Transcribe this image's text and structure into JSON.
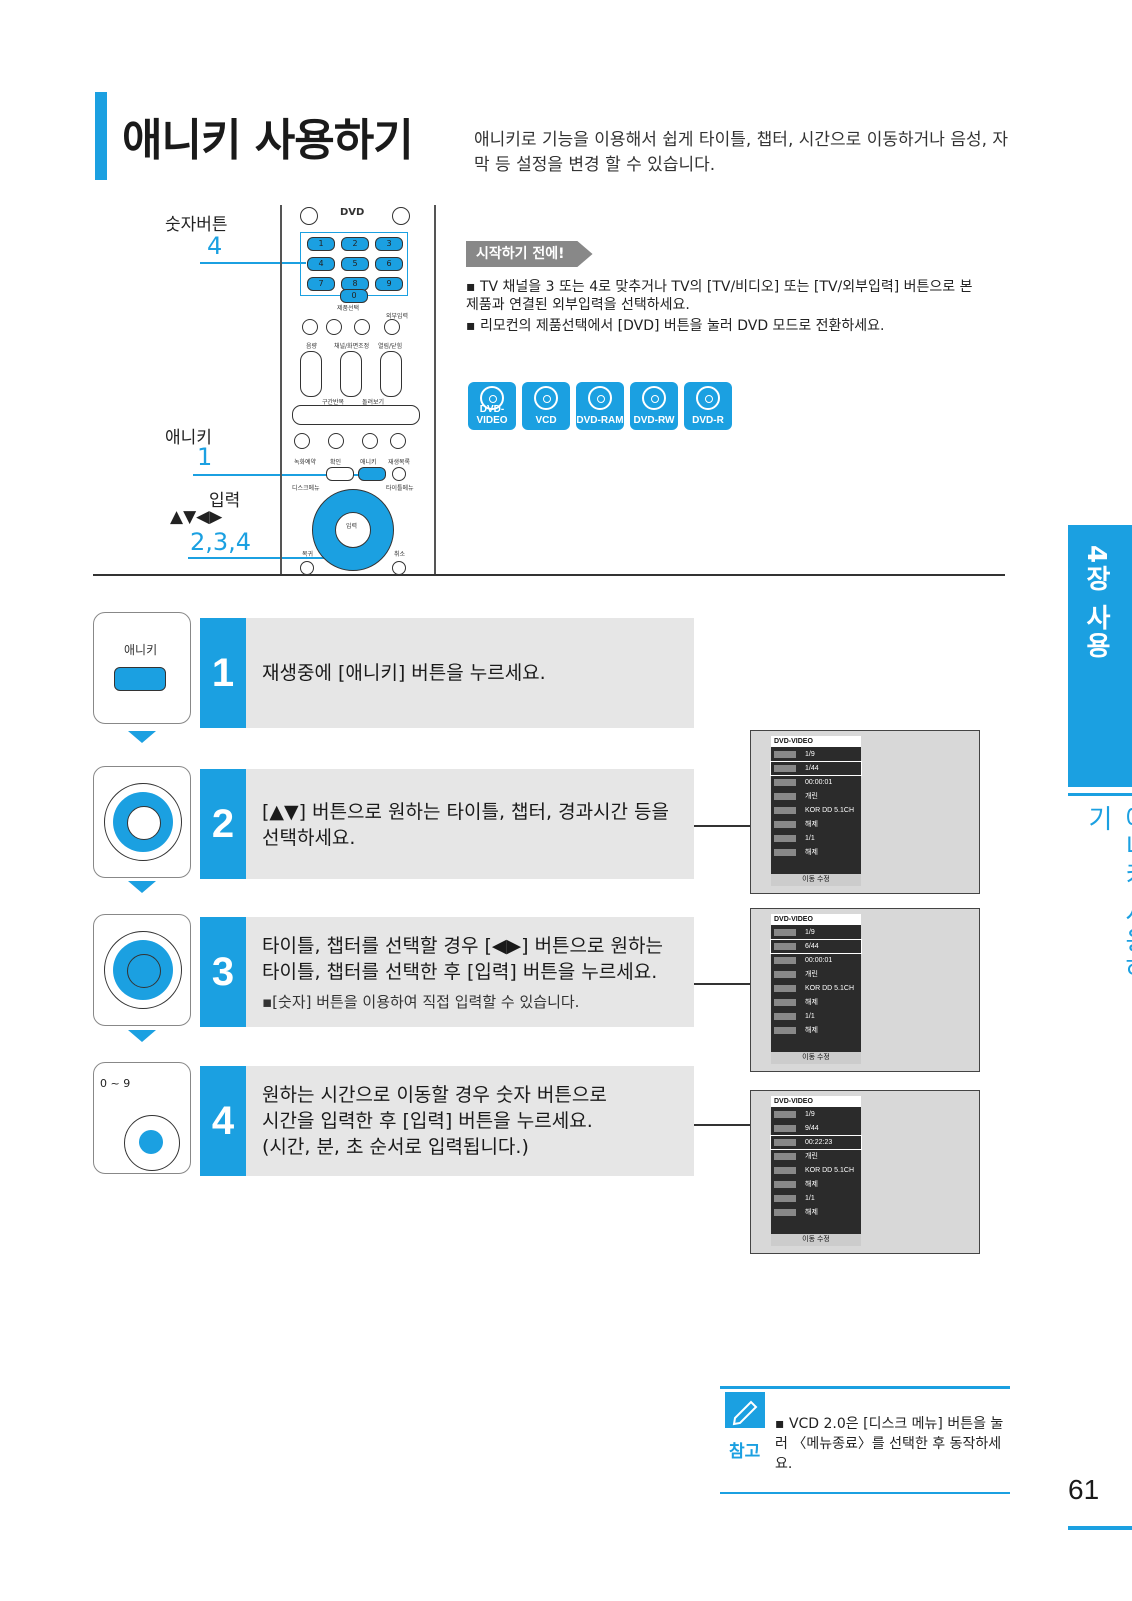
{
  "page": {
    "title": "애니키 사용하기",
    "intro": "애니키로 기능을 이용해서 쉽게 타이틀, 챕터, 시간으로 이동하거나 음성, 자막 등 설정을 변경 할 수 있습니다.",
    "page_number": "61"
  },
  "remote_labels": {
    "number_buttons": {
      "label": "숫자버튼",
      "step": "4"
    },
    "anykey": {
      "label": "애니키",
      "step": "1"
    },
    "input": {
      "label": "입력",
      "arrows": "▲▼◀▶",
      "step": "2,3,4"
    }
  },
  "remote": {
    "brand": "DVD",
    "digits": [
      "1",
      "2",
      "3",
      "4",
      "5",
      "6",
      "7",
      "8",
      "9",
      "0"
    ],
    "small_labels": [
      "제품선택",
      "외부입력",
      "음량",
      "채널/화면조정",
      "열림/닫힘",
      "구간반복",
      "돌려보기",
      "녹화예약",
      "확인",
      "애니키",
      "재생목록",
      "디스크메뉴",
      "타이틀메뉴",
      "입력",
      "복귀",
      "취소"
    ]
  },
  "before_start": {
    "heading": "시작하기 전에!",
    "items": [
      "TV 채널을 3 또는 4로 맞추거나 TV의 [TV/비디오] 또는 [TV/외부입력] 버튼으로 본 제품과 연결된 외부입력을 선택하세요.",
      "리모컨의 제품선택에서 [DVD] 버튼을 눌러 DVD 모드로 전환하세요."
    ]
  },
  "disc_types": [
    "DVD-VIDEO",
    "VCD",
    "DVD-RAM",
    "DVD-RW",
    "DVD-R"
  ],
  "steps": [
    {
      "num": "1",
      "text": "재생중에 [애니키] 버튼을 누르세요.",
      "icon_label": "애니키"
    },
    {
      "num": "2",
      "text": "[▲▼] 버튼으로 원하는 타이틀, 챕터, 경과시간 등을 선택하세요."
    },
    {
      "num": "3",
      "text": "타이틀, 챕터를 선택할 경우 [◀▶] 버튼으로 원하는 타이틀, 챕터를 선택한 후 [입력] 버튼을 누르세요.",
      "sub": "▪[숫자] 버튼을 이용하여 직접 입력할 수 있습니다."
    },
    {
      "num": "4",
      "text": "원하는 시간으로 이동할 경우 숫자 버튼으로 시간을 입력한 후 [입력] 버튼을 누르세요. (시간, 분, 초 순서로 입력됩니다.)",
      "icon_label": "0 ~ 9"
    }
  ],
  "screens": [
    {
      "header": "DVD-VIDEO",
      "rows": [
        "1/9",
        "1/44",
        "00:00:01",
        "개린",
        "KOR DD 5.1CH",
        "해제",
        "1/1",
        "해제"
      ],
      "selected": 1,
      "footer": "이동   수정"
    },
    {
      "header": "DVD-VIDEO",
      "rows": [
        "1/9",
        "6/44",
        "00:00:01",
        "개린",
        "KOR DD 5.1CH",
        "해제",
        "1/1",
        "해제"
      ],
      "selected": 1,
      "footer": "이동   수정"
    },
    {
      "header": "DVD-VIDEO",
      "rows": [
        "1/9",
        "9/44",
        "00:22:23",
        "개린",
        "KOR DD 5.1CH",
        "해제",
        "1/1",
        "해제"
      ],
      "selected": 2,
      "footer": "이동   수정"
    }
  ],
  "side": {
    "chapter": "4장 사용",
    "section": "애니키 사용하기"
  },
  "note": {
    "label": "참고",
    "text": "▪ VCD 2.0은 [디스크 메뉴] 버튼을 눌러 〈메뉴종료〉를 선택한 후 동작하세요."
  },
  "colors": {
    "accent": "#1ba0e1",
    "step_bg": "#e6e6e6"
  }
}
